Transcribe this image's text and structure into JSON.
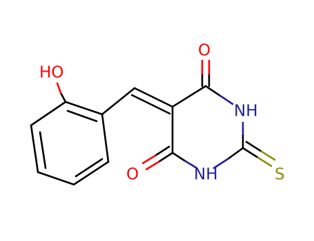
{
  "colors": {
    "carbon": "#000000",
    "oxygen": "#ff0000",
    "nitrogen": "#1f1f9a",
    "sulfur": "#8c8c00"
  },
  "molecule": {
    "atoms": [
      {
        "id": "HO",
        "label": "HO",
        "element": "oxygen"
      },
      {
        "id": "O1",
        "label": "O",
        "element": "oxygen"
      },
      {
        "id": "NH1",
        "label": "NH",
        "element": "nitrogen"
      },
      {
        "id": "O2",
        "label": "O",
        "element": "oxygen"
      },
      {
        "id": "NH2",
        "label": "NH",
        "element": "nitrogen"
      },
      {
        "id": "S",
        "label": "S",
        "element": "sulfur"
      }
    ]
  }
}
